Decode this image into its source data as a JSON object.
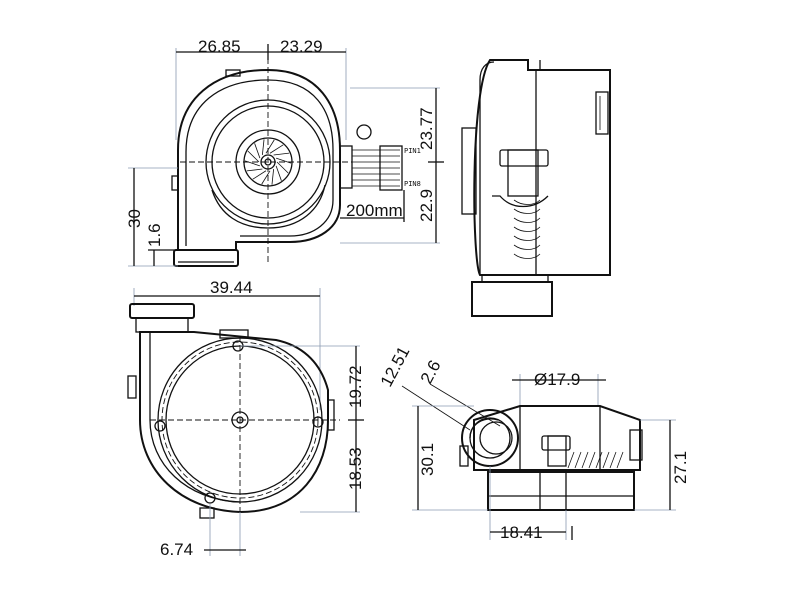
{
  "dimensions": {
    "top_left_width": "26.85",
    "top_right_width": "23.29",
    "outlet_offset_upper": "23.77",
    "outlet_offset_lower": "22.9",
    "height_30": "30",
    "base_1_6": "1.6",
    "cable_length": "200mm",
    "overall_width": "39.44",
    "upper_offset": "19.72",
    "lower_offset": "18.53",
    "bottom_offset": "6.74",
    "side_12_51": "12.51",
    "side_2_6": "2.6",
    "diameter": "Ø17.9",
    "side_height_30_1": "30.1",
    "side_height_27_1": "27.1",
    "side_width": "18.41"
  },
  "connector": {
    "pin_first": "PIN1",
    "pin_last": "PIN8"
  }
}
